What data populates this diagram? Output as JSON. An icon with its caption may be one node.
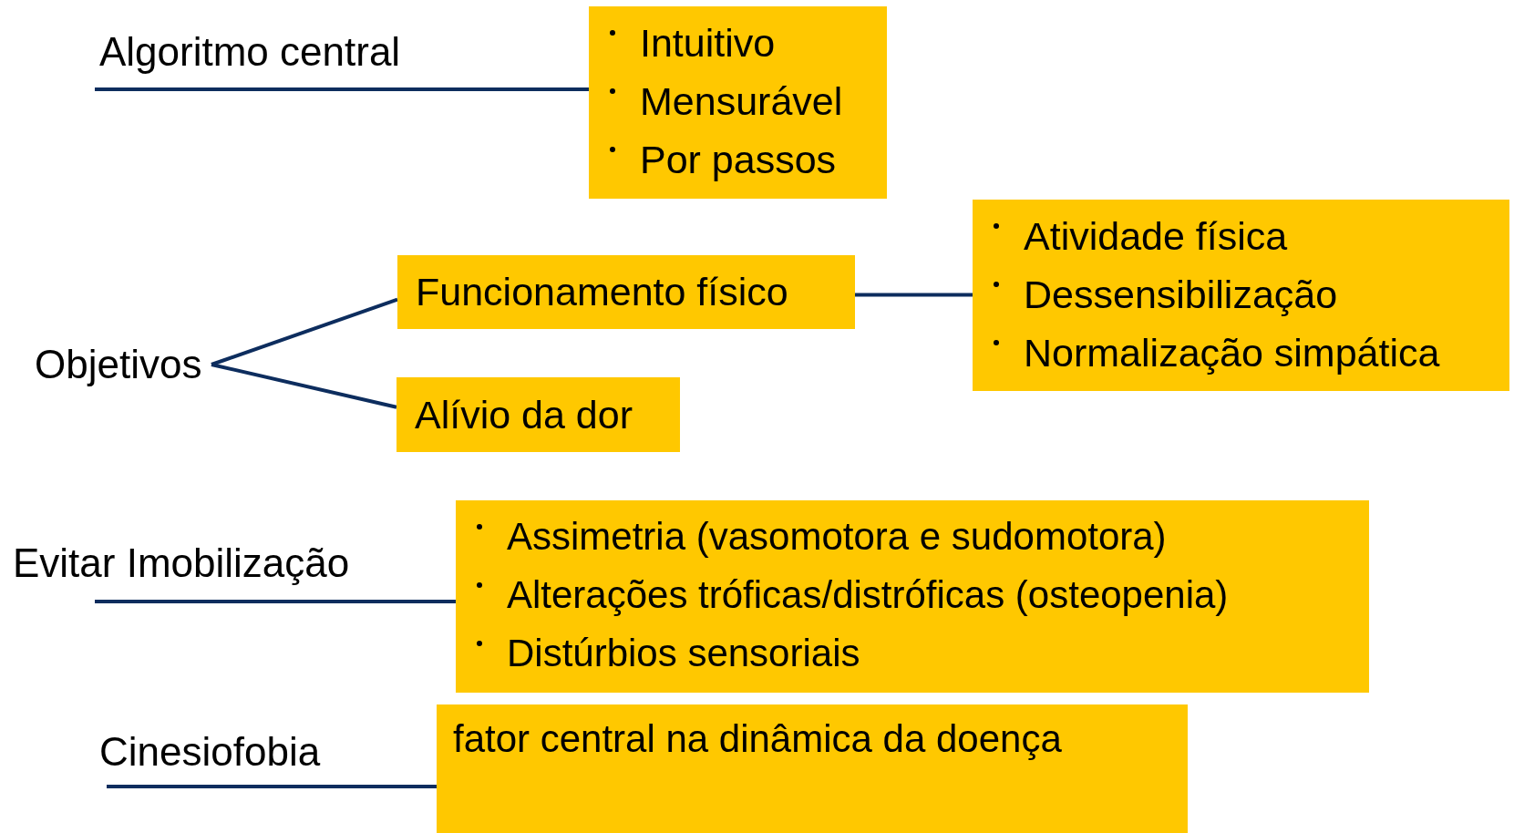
{
  "diagram": {
    "nodes": [
      {
        "text": [
          "Algoritmo central"
        ]
      },
      {
        "text": [
          "Intuitivo",
          "Mensurável",
          "Por passos"
        ]
      },
      {
        "text": [
          "Objetivos"
        ]
      },
      {
        "text": [
          "Funcionamento físico"
        ]
      },
      {
        "text": [
          "Alívio da dor"
        ]
      },
      {
        "text": [
          "Atividade física",
          "Dessensibilização",
          "Normalização simpática"
        ]
      },
      {
        "text": [
          "Evitar Imobilização"
        ]
      },
      {
        "text": [
          "Assimetria (vasomotora e sudomotora)",
          "Alterações tróficas/distróficas (osteopenia)",
          "Distúrbios sensoriais"
        ]
      },
      {
        "text": [
          "Cinesiofobia"
        ]
      },
      {
        "text": [
          "fator central na dinâmica da doença"
        ]
      }
    ],
    "edges": [
      {
        "from": 0,
        "to": 1,
        "arrow": "none"
      },
      {
        "from": 2,
        "to": 3,
        "arrow": "none"
      },
      {
        "from": 2,
        "to": 4,
        "arrow": "none"
      },
      {
        "from": 3,
        "to": 5,
        "arrow": "none"
      },
      {
        "from": 6,
        "to": 7,
        "arrow": "none"
      },
      {
        "from": 8,
        "to": 9,
        "arrow": "none"
      }
    ]
  }
}
